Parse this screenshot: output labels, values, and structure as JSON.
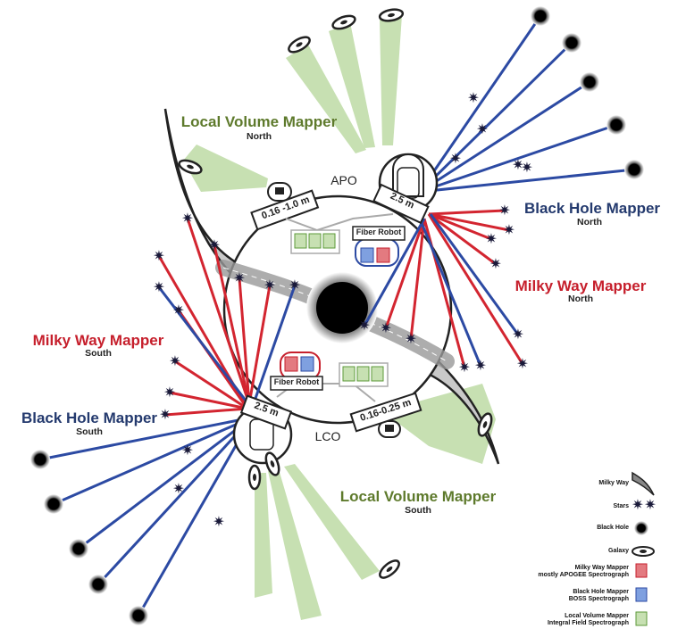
{
  "titles": {
    "lvm_north": "Local Volume Mapper",
    "lvm_north_sub": "North",
    "bhm_north": "Black Hole Mapper",
    "bhm_north_sub": "North",
    "mwm_north": "Milky Way Mapper",
    "mwm_north_sub": "North",
    "mwm_south": "Milky Way Mapper",
    "mwm_south_sub": "South",
    "bhm_south": "Black Hole Mapper",
    "bhm_south_sub": "South",
    "lvm_south": "Local Volume Mapper",
    "lvm_south_sub": "South"
  },
  "sites": {
    "north": "APO",
    "south": "LCO"
  },
  "telescopes": {
    "apo_main": "2.5 m",
    "apo_small": "0.16 -1.0 m",
    "lco_main": "2.5 m",
    "lco_small": "0.16-0.25 m"
  },
  "fiber_robot_north": "Fiber Robot",
  "fiber_robot_south": "Fiber Robot",
  "legend": {
    "milky_way": "Milky Way",
    "stars": "Stars",
    "black_hole": "Black Hole",
    "galaxy": "Galaxy",
    "mwm_line1": "Milky Way Mapper",
    "mwm_line2": "mostly APOGEE Spectrograph",
    "bhm_line1": "Black Hole Mapper",
    "bhm_line2": "BOSS Spectrograph",
    "lvm_line1": "Local Volume Mapper",
    "lvm_line2": "Integral Field Spectrograph"
  },
  "colors": {
    "apogee_red": "#d32530",
    "boss_blue": "#2c4aa3",
    "lvm_green": "#b9d7a2",
    "milky_way_gray": "#c9c9c9",
    "title_green": "#5e7a2c",
    "title_red": "#c61f2c",
    "title_blue": "#243a6e"
  }
}
